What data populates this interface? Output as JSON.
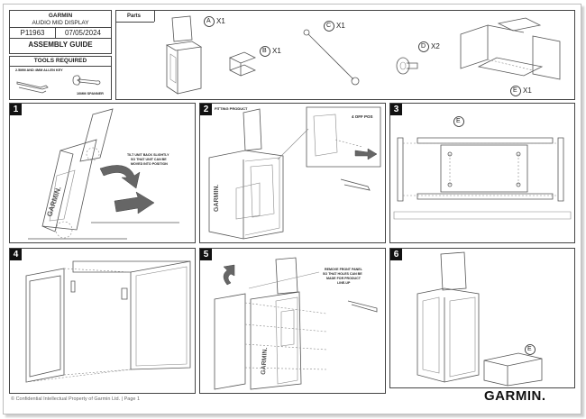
{
  "header": {
    "brand_small": "GARMIN",
    "product": "AUDIO MID DISPLAY",
    "part_number": "P11963",
    "date": "07/05/2024",
    "doc_title": "ASSEMBLY GUIDE"
  },
  "tools": {
    "title": "TOOLS REQUIRED",
    "item1": "2.5MM AND 4MM ALLEN KEY",
    "item2": "10MM SPANNER"
  },
  "parts": {
    "title": "Parts",
    "items": [
      {
        "letter": "A",
        "qty": "X1"
      },
      {
        "letter": "B",
        "qty": "X1"
      },
      {
        "letter": "C",
        "qty": "X1"
      },
      {
        "letter": "D",
        "qty": "X2"
      },
      {
        "letter": "E",
        "qty": "X1"
      }
    ]
  },
  "steps": {
    "s1": {
      "num": "1",
      "note1": "TILT UNIT BACK SLIGHTLY",
      "note2": "SO THAT UNIT CAN BE",
      "note3": "MOVED INTO POSITION",
      "unit_label": "GARMIN."
    },
    "s2": {
      "num": "2",
      "label": "FITTING PRODUCT",
      "inset": "4 OFF POS",
      "unit_label": "GARMIN."
    },
    "s3": {
      "num": "3",
      "part": "E"
    },
    "s4": {
      "num": "4"
    },
    "s5": {
      "num": "5",
      "note1": "REMOVE FRONT PANEL",
      "note2": "SO THAT HOLES CAN BE",
      "note3": "MADE FOR PRODUCT",
      "note4": "LINE-UP",
      "unit_label": "GARMIN."
    },
    "s6": {
      "num": "6",
      "part": "E"
    }
  },
  "footer": {
    "text": "© Confidential Intellectual Property of Garmin Ltd. | Page 1",
    "logo": "GARMIN."
  }
}
